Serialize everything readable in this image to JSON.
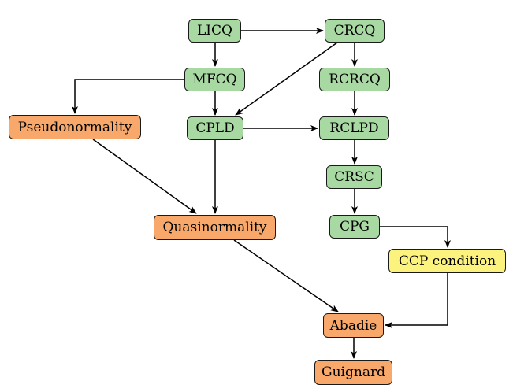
{
  "nodes": {
    "licq": {
      "label": "LICQ",
      "fill": "#a9d9a3"
    },
    "crcq": {
      "label": "CRCQ",
      "fill": "#a9d9a3"
    },
    "mfcq": {
      "label": "MFCQ",
      "fill": "#a9d9a3"
    },
    "rcrcq": {
      "label": "RCRCQ",
      "fill": "#a9d9a3"
    },
    "pseudo": {
      "label": "Pseudonormality",
      "fill": "#f7a86a"
    },
    "cpld": {
      "label": "CPLD",
      "fill": "#a9d9a3"
    },
    "rclpd": {
      "label": "RCLPD",
      "fill": "#a9d9a3"
    },
    "crsc": {
      "label": "CRSC",
      "fill": "#a9d9a3"
    },
    "quasi": {
      "label": "Quasinormality",
      "fill": "#f7a86a"
    },
    "cpg": {
      "label": "CPG",
      "fill": "#a9d9a3"
    },
    "ccp": {
      "label": "CCP condition",
      "fill": "#fcf37f"
    },
    "abadie": {
      "label": "Abadie",
      "fill": "#f7a86a"
    },
    "guig": {
      "label": "Guignard",
      "fill": "#f7a86a"
    }
  },
  "edges": [
    {
      "from": "LICQ",
      "to": "CRCQ"
    },
    {
      "from": "LICQ",
      "to": "MFCQ"
    },
    {
      "from": "CRCQ",
      "to": "RCRCQ"
    },
    {
      "from": "CRCQ",
      "to": "CPLD"
    },
    {
      "from": "MFCQ",
      "to": "CPLD"
    },
    {
      "from": "MFCQ",
      "to": "Pseudonormality"
    },
    {
      "from": "RCRCQ",
      "to": "RCLPD"
    },
    {
      "from": "CPLD",
      "to": "RCLPD"
    },
    {
      "from": "CPLD",
      "to": "Quasinormality"
    },
    {
      "from": "Pseudonormality",
      "to": "Quasinormality"
    },
    {
      "from": "RCLPD",
      "to": "CRSC"
    },
    {
      "from": "CRSC",
      "to": "CPG"
    },
    {
      "from": "CPG",
      "to": "CCP condition"
    },
    {
      "from": "Quasinormality",
      "to": "Abadie"
    },
    {
      "from": "CCP condition",
      "to": "Abadie"
    },
    {
      "from": "Abadie",
      "to": "Guignard"
    }
  ]
}
